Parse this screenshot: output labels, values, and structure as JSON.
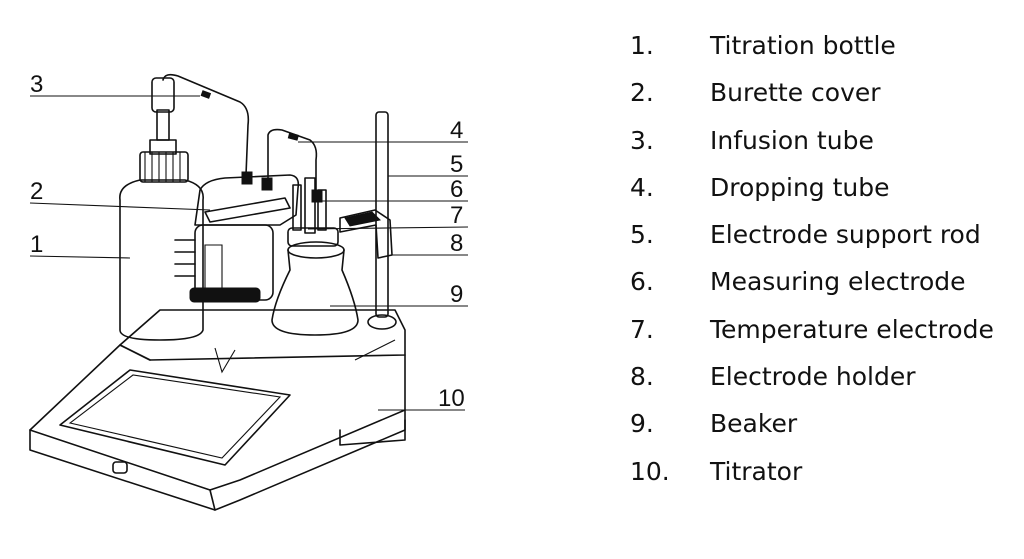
{
  "diagram": {
    "callouts": [
      {
        "number": "1"
      },
      {
        "number": "2"
      },
      {
        "number": "3"
      },
      {
        "number": "4"
      },
      {
        "number": "5"
      },
      {
        "number": "6"
      },
      {
        "number": "7"
      },
      {
        "number": "8"
      },
      {
        "number": "9"
      },
      {
        "number": "10"
      }
    ]
  },
  "legend": [
    {
      "number": "1.",
      "label": "Titration bottle"
    },
    {
      "number": "2.",
      "label": "Burette cover"
    },
    {
      "number": "3.",
      "label": "Infusion tube"
    },
    {
      "number": "4.",
      "label": "Dropping tube"
    },
    {
      "number": "5.",
      "label": "Electrode support rod"
    },
    {
      "number": "6.",
      "label": "Measuring electrode"
    },
    {
      "number": "7.",
      "label": "Temperature electrode"
    },
    {
      "number": "8.",
      "label": "Electrode holder"
    },
    {
      "number": "9.",
      "label": "Beaker"
    },
    {
      "number": "10.",
      "label": "Titrator"
    }
  ]
}
